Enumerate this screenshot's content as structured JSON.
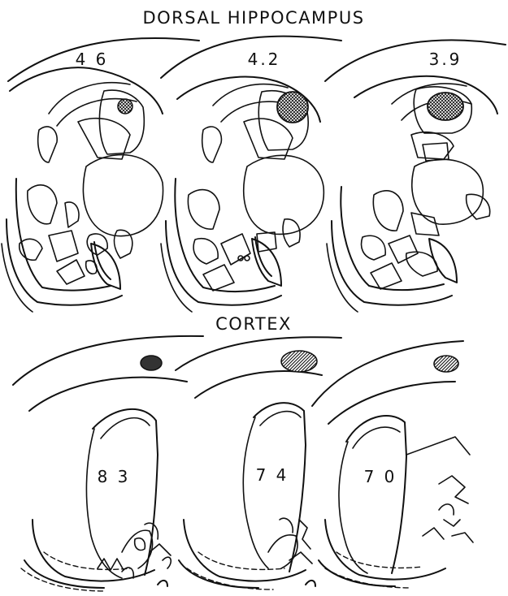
{
  "headings": {
    "top": "DORSAL HIPPOCAMPUS",
    "bottom": "CORTEX"
  },
  "top_sections": [
    {
      "label": "4 6"
    },
    {
      "label": "4.2"
    },
    {
      "label": "3.9"
    }
  ],
  "bottom_sections": [
    {
      "label": "8 3"
    },
    {
      "label": "7 4"
    },
    {
      "label": "7 0"
    }
  ],
  "colors": {
    "ink": "#111111",
    "background": "#ffffff"
  }
}
